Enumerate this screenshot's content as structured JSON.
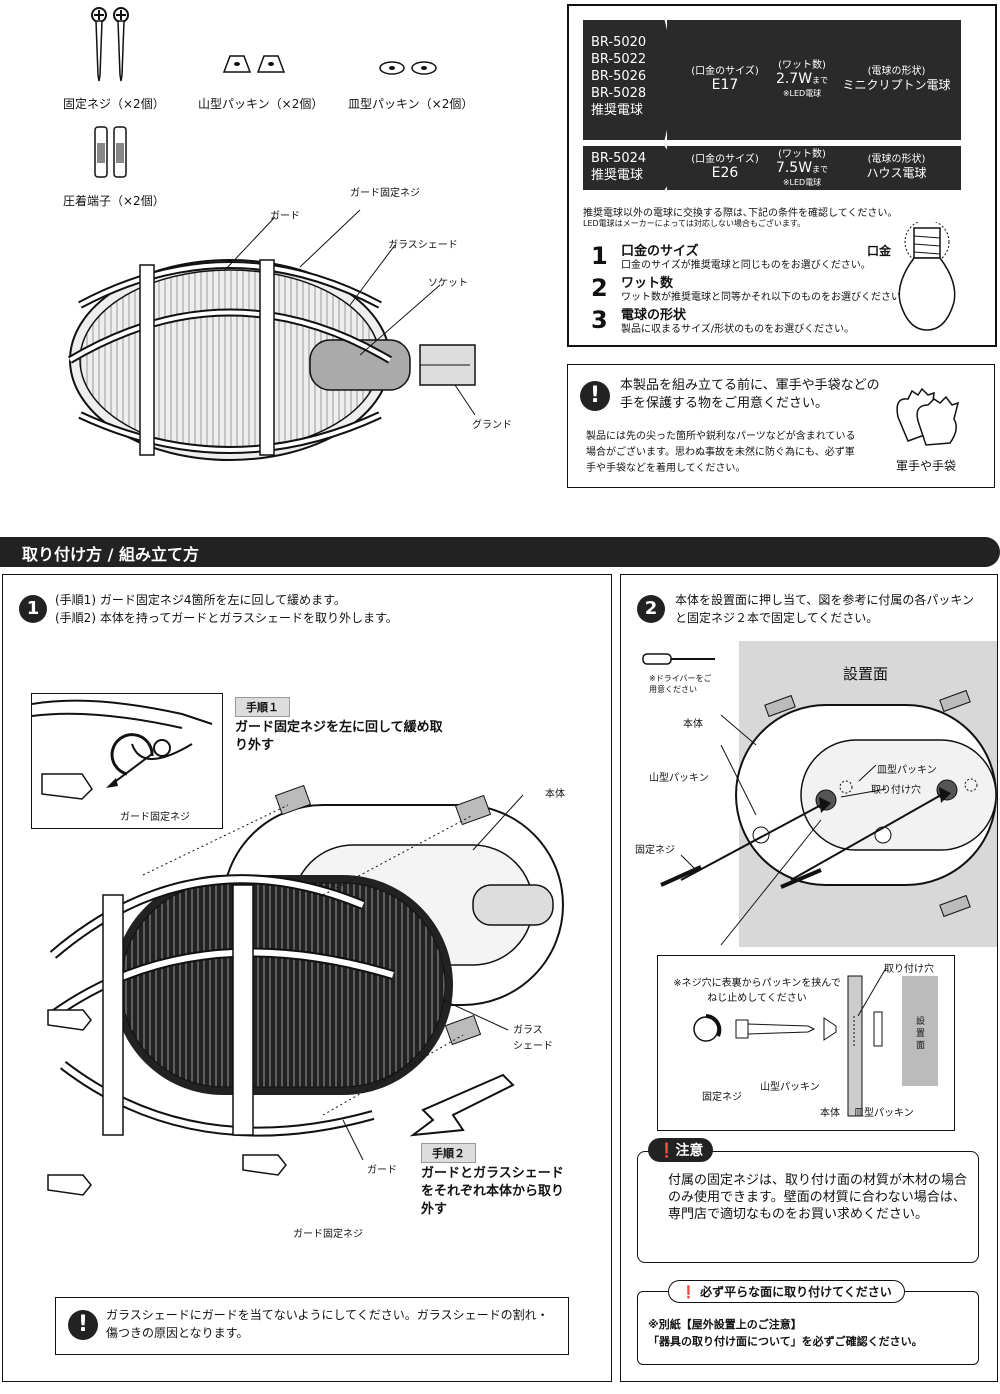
{
  "parts": {
    "screw": "固定ネジ（×2個）",
    "mountain_packing": "山型パッキン（×2個）",
    "plate_packing": "皿型パッキン（×2個）",
    "crimp_terminal": "圧着端子（×2個）"
  },
  "fixture_labels": {
    "guard_screw": "ガード固定ネジ",
    "guard": "ガード",
    "glass_shade": "ガラスシェード",
    "socket": "ソケット",
    "gland": "グランド"
  },
  "bulb_table": {
    "row1": {
      "models": [
        "BR-5020",
        "BR-5022",
        "BR-5026",
        "BR-5028"
      ],
      "recommended": "推奨電球",
      "base_label": "(口金のサイズ)",
      "base_value": "E17",
      "watt_label": "(ワット数)",
      "watt_value": "2.7W",
      "watt_suffix": "まで",
      "watt_note": "※LED電球",
      "shape_label": "(電球の形状)",
      "shape_value": "ミニクリプトン電球"
    },
    "row2": {
      "models": [
        "BR-5024"
      ],
      "recommended": "推奨電球",
      "base_label": "(口金のサイズ)",
      "base_value": "E26",
      "watt_label": "(ワット数)",
      "watt_value": "7.5W",
      "watt_suffix": "まで",
      "watt_note": "※LED電球",
      "shape_label": "(電球の形状)",
      "shape_value": "ハウス電球"
    },
    "notice": "推奨電球以外の電球に交換する際は､下記の条件を確認してください。",
    "notice_sub": "LED電球はメーカーによっては対応しない場合もございます。",
    "conditions": [
      {
        "num": "1",
        "title": "口金のサイズ",
        "desc": "口金のサイズが推奨電球と同じものをお選びください。"
      },
      {
        "num": "2",
        "title": "ワット数",
        "desc": "ワット数が推奨電球と同等かそれ以下のものをお選びください。"
      },
      {
        "num": "3",
        "title": "電球の形状",
        "desc": "製品に収まるサイズ/形状のものをお選びください。"
      }
    ],
    "bulb_label": "口金"
  },
  "gloves_box": {
    "heading": "本製品を組み立てる前に、軍手や手袋などの手を保護する物をご用意ください。",
    "body": "製品には先の尖った箇所や鋭利なパーツなどが含まれている場合がございます。思わぬ事故を未然に防ぐ為にも、必ず軍手や手袋などを着用してください。",
    "gloves_label": "軍手や手袋"
  },
  "section_title": "取り付け方 / 組み立て方",
  "step1": {
    "num": "1",
    "line1": "(手順1) ガード固定ネジ4箇所を左に回して緩めます。",
    "line2": "(手順2) 本体を持ってガードとガラスシェードを取り外します。",
    "tag1": "手順１",
    "tag1_text": "ガード固定ネジを左に回して緩め取り外す",
    "inset_label": "ガード固定ネジ",
    "label_body": "本体",
    "label_glass": "ガラス",
    "label_shade": "シェード",
    "label_guard": "ガード",
    "label_guard_screw": "ガード固定ネジ",
    "tag2": "手順２",
    "tag2_text": "ガードとガラスシェードをそれぞれ本体から取り外す",
    "warning": "ガラスシェードにガードを当てないようにしてください。ガラスシェードの割れ・傷つきの原因となります。"
  },
  "step2": {
    "num": "2",
    "text": "本体を設置面に押し当て、図を参考に付属の各パッキンと固定ネジ２本で固定してください。",
    "driver_note": "※ドライバーをご用意ください",
    "surface": "設置面",
    "label_body": "本体",
    "label_mountain": "山型パッキン",
    "label_plate": "皿型パッキン",
    "label_hole": "取り付け穴",
    "label_screw": "固定ネジ",
    "detail_note": "※ネジ穴に表裏からパッキンを挟んでねじ止めしてください",
    "detail_hole": "取り付け穴",
    "detail_surface": "設置面",
    "detail_screw": "固定ネジ",
    "detail_mountain": "山型パッキン",
    "detail_body": "本体",
    "detail_plate": "皿型パッキン",
    "caution_title": "注意",
    "caution_text": "付属の固定ネジは、取り付け面の材質が木材の場合のみ使用できます。壁面の材質に合わない場合は、専門店で適切なものをお買い求めください。",
    "flat_title": "必ず平らな面に取り付けてください",
    "flat_line1": "※別紙【屋外設置上のご注意】",
    "flat_line2": "「器具の取り付け面について」を必ずご確認ください。"
  }
}
